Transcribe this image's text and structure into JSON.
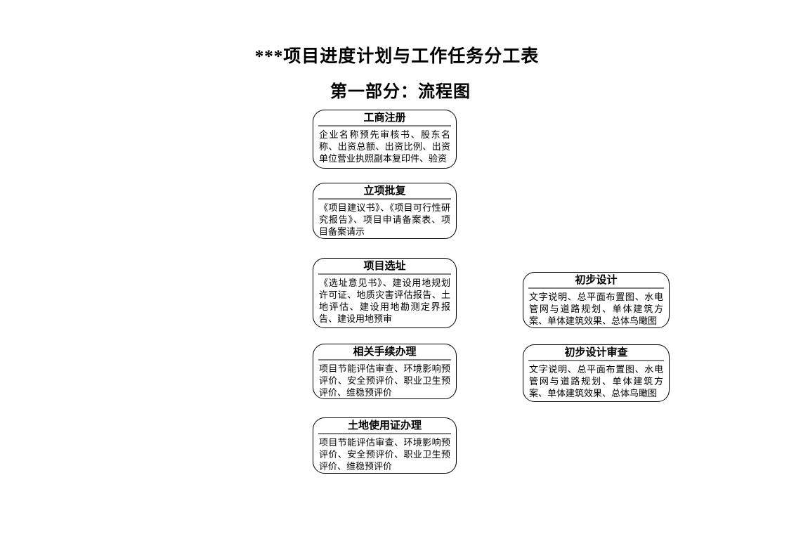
{
  "page": {
    "title": "***项目进度计划与工作任务分工表",
    "subtitle": "第一部分：流程图",
    "background_color": "#ffffff"
  },
  "flowchart": {
    "boxes": [
      {
        "id": "business-registration",
        "title": "工商注册",
        "body": "企业名称预先审核书、股东名称、出资总额、出资比例、出资单位营业执照副本复印件、验资"
      },
      {
        "id": "project-approval",
        "title": "立项批复",
        "body": "《项目建议书》、《项目可行性研究报告》、项目申请备案表、项目备案请示"
      },
      {
        "id": "site-selection",
        "title": "项目选址",
        "body": "《选址意见书》、建设用地规划许可证、地质灾害评估报告、土地评估、建设用地勘测定界报告、建设用地预审"
      },
      {
        "id": "related-procedures",
        "title": "相关手续办理",
        "body": "项目节能评估审查、环境影响预评价、安全预评价、职业卫生预评价、维稳预评价"
      },
      {
        "id": "land-use-certificate",
        "title": "土地使用证办理",
        "body": "项目节能评估审查、环境影响预评价、安全预评价、职业卫生预评价、维稳预评价"
      },
      {
        "id": "preliminary-design",
        "title": "初步设计",
        "body": "文字说明、总平面布置图、水电管网与道路规划、单体建筑方案、单体建筑效果、总体鸟瞰图"
      },
      {
        "id": "preliminary-design-review",
        "title": "初步设计审查",
        "body": "文字说明、总平面布置图、水电管网与道路规划、单体建筑方案、单体建筑效果、总体鸟瞰图"
      }
    ],
    "colors": {
      "box_border": "#000000",
      "separator_line": "#808080",
      "text": "#000000"
    }
  }
}
